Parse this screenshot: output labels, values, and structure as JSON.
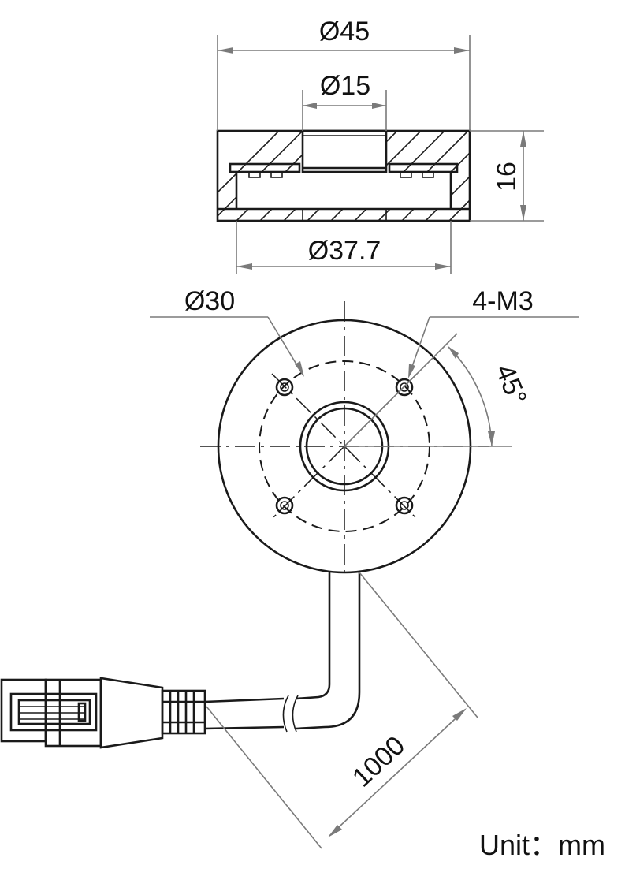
{
  "dimensions": {
    "outer_diameter": "Ø45",
    "window_diameter": "Ø15",
    "height": "16",
    "inner_diameter": "Ø37.7",
    "bolt_circle": "Ø30",
    "holes": "4-M3",
    "angle": "45°",
    "cable_length": "1000"
  },
  "unit_label": "Unit：mm",
  "colors": {
    "outline": "#1a1a1a",
    "dimension_line": "#7a7a7a",
    "background": "#ffffff"
  }
}
